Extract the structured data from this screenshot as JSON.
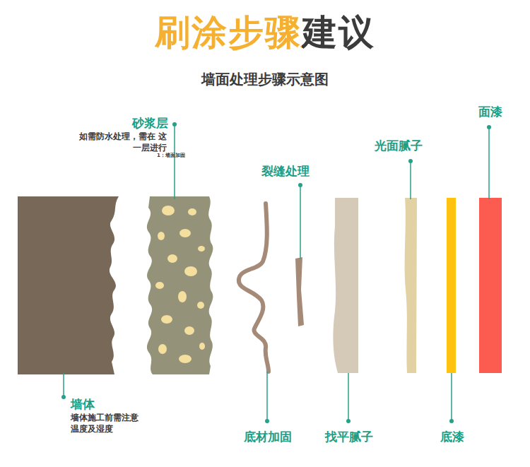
{
  "diagram": {
    "title": "刷涂步骤建议",
    "labels": [
      "墙面处理步骤示意图",
      "砂浆层",
      "如需防水处理，需在 这一层进行",
      "1：墙面加固",
      "裂缝处理",
      "光面腻子",
      "面漆",
      "墙体",
      "墙体施工前需注意 温度及湿度",
      "底材加固",
      "找平腻子",
      "底漆"
    ]
  }
}
